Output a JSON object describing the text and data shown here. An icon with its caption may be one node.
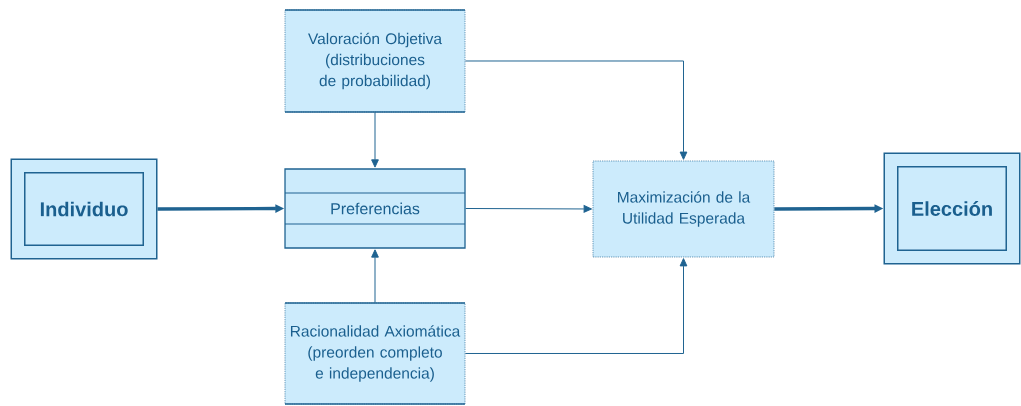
{
  "diagram": {
    "nodes": [
      {
        "text": [
          "Valoración Objetiva (distribuciones de probabilidad)"
        ]
      },
      {
        "text": [
          "Individuo"
        ]
      },
      {
        "text": [
          "Preferencias"
        ]
      },
      {
        "text": [
          "Maximización de la Utilidad Esperada"
        ]
      },
      {
        "text": [
          "Elección"
        ]
      },
      {
        "text": [
          "Racionalidad Axiomática (preorden completo e independencia)"
        ]
      }
    ],
    "edges": [
      {
        "from": 1,
        "to": 2,
        "arrow": "to",
        "style": "thick"
      },
      {
        "from": 0,
        "to": 2,
        "arrow": "to"
      },
      {
        "from": 5,
        "to": 2,
        "arrow": "to"
      },
      {
        "from": 2,
        "to": 3,
        "arrow": "to"
      },
      {
        "from": 0,
        "to": 3,
        "arrow": "to"
      },
      {
        "from": 5,
        "to": 3,
        "arrow": "to"
      },
      {
        "from": 3,
        "to": 4,
        "arrow": "to",
        "style": "thick"
      }
    ]
  }
}
